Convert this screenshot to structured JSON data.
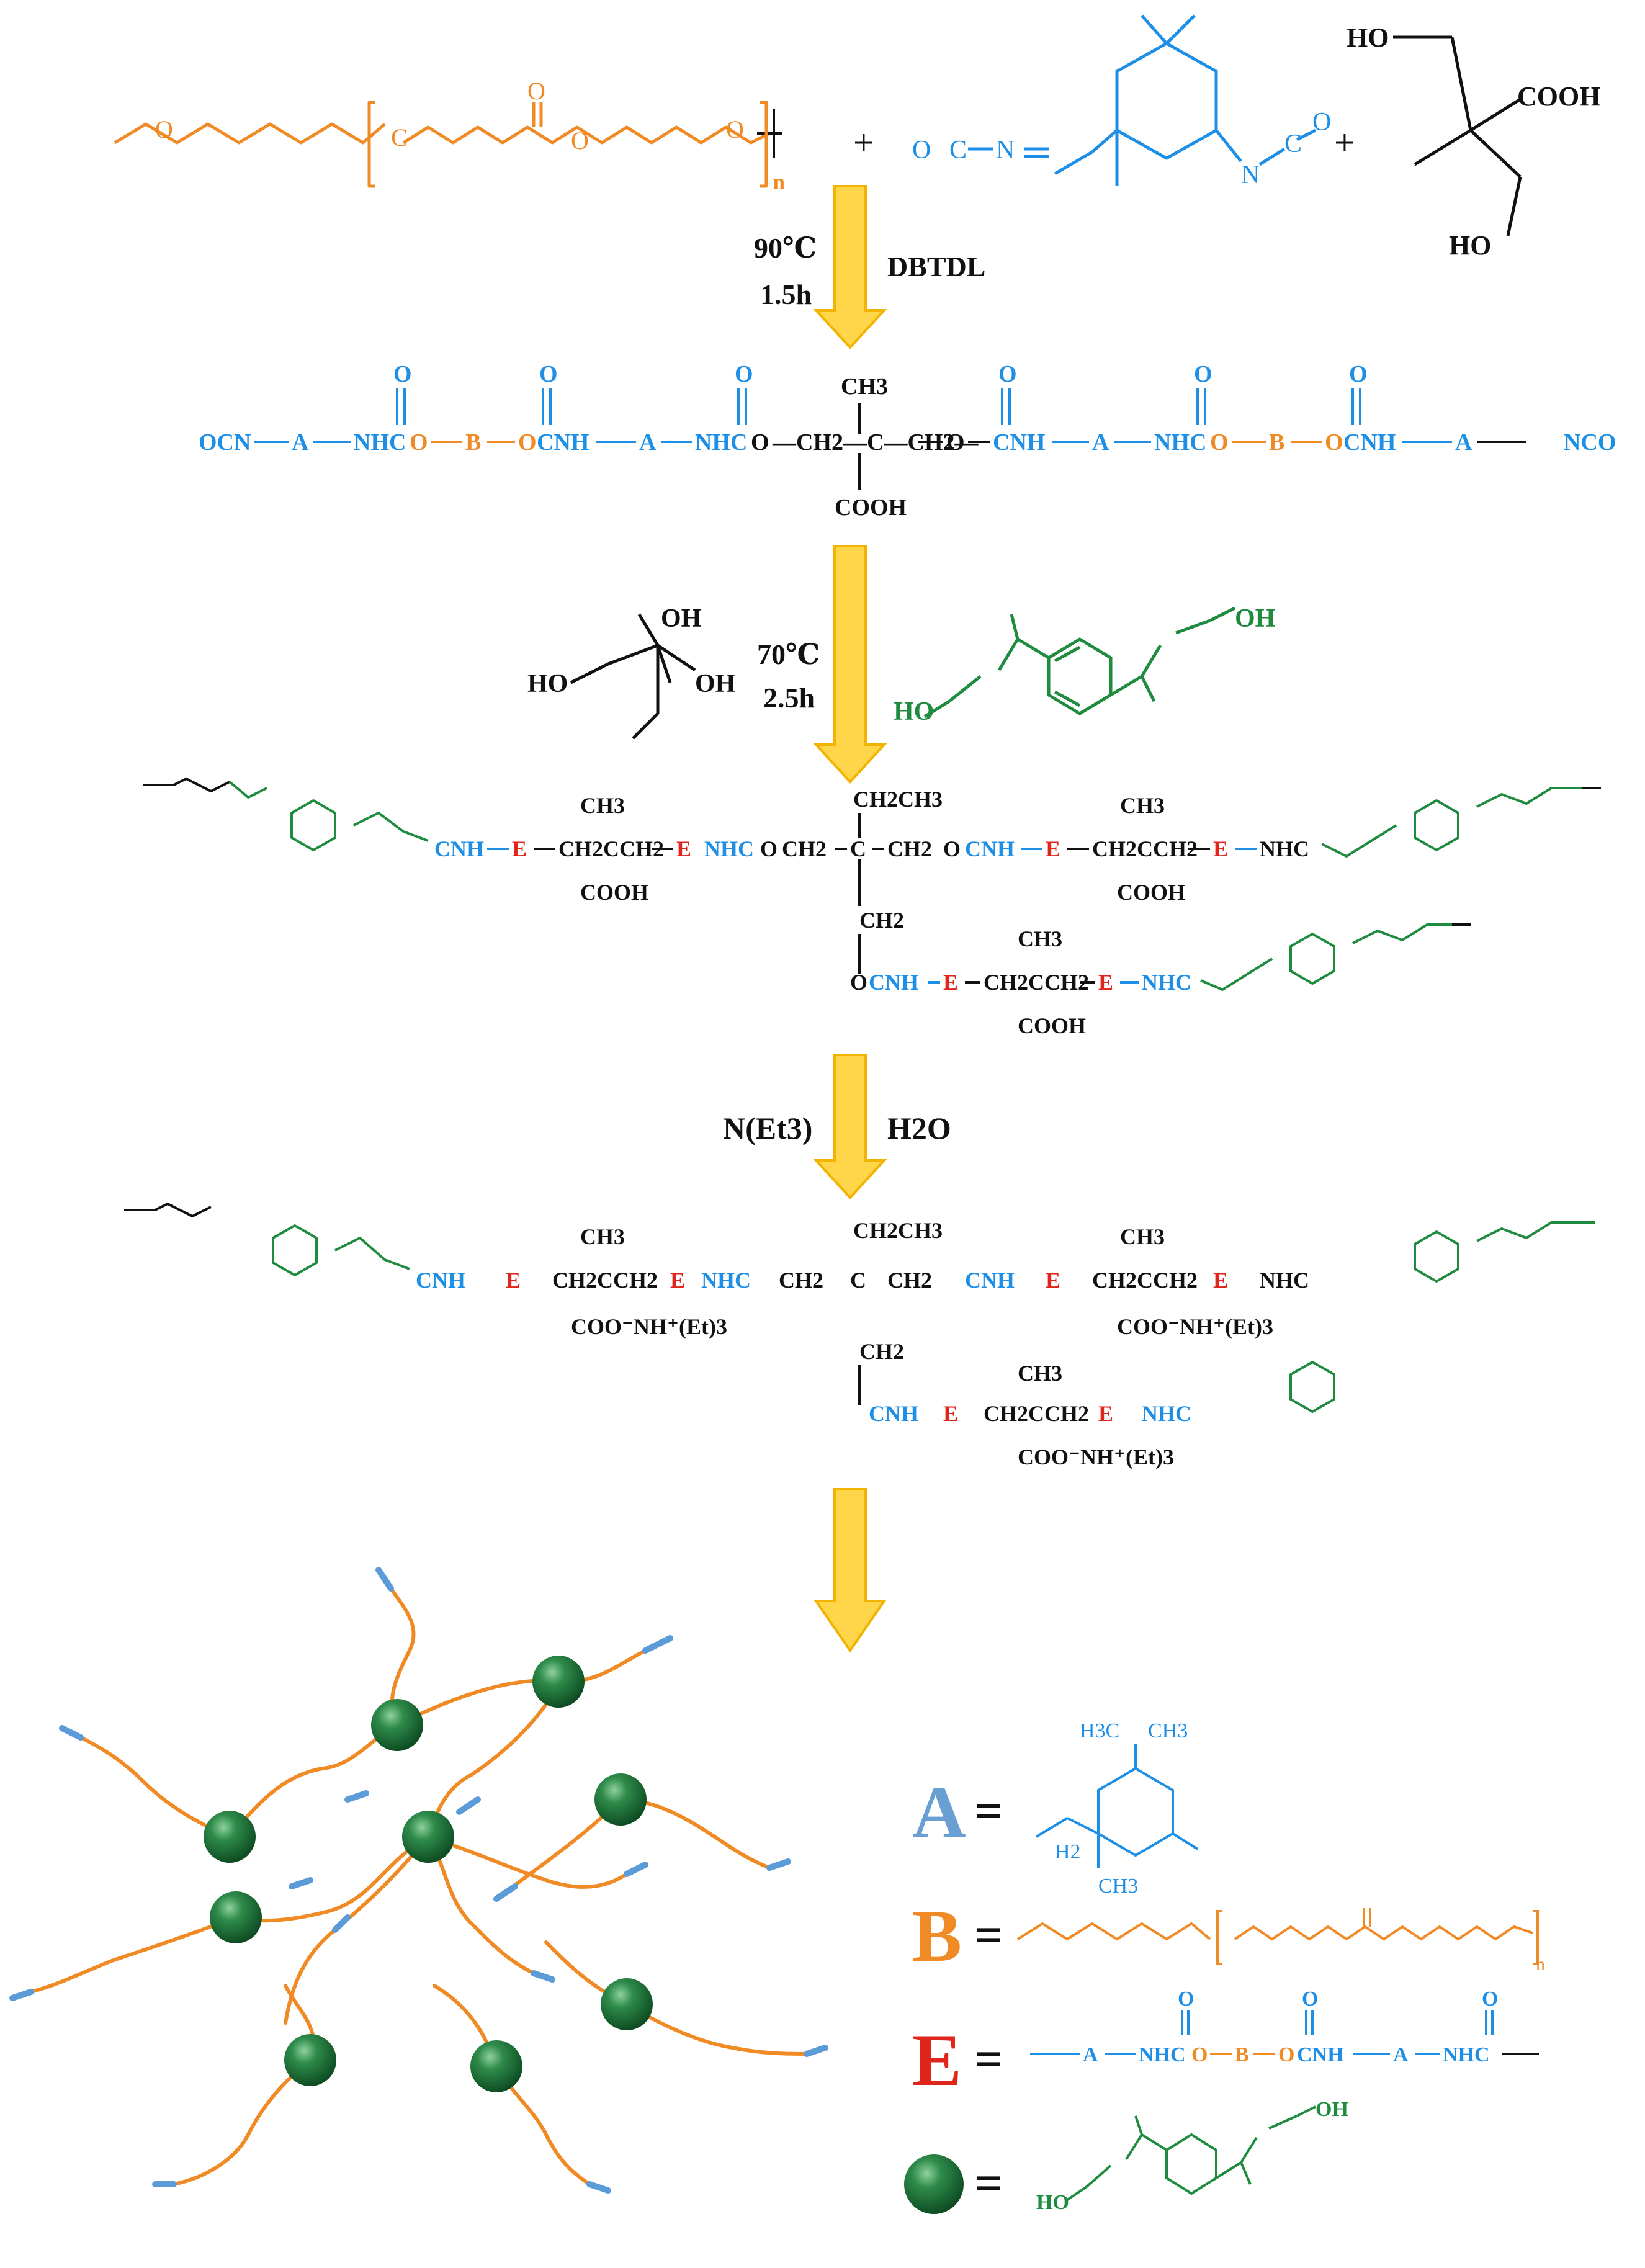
{
  "colors": {
    "orange": "#F08A24",
    "blue": "#1E8FE6",
    "green": "#1E8B3E",
    "red": "#E0261C",
    "black": "#111111",
    "arrow_fill": "#FFD54A",
    "arrow_stroke": "#F2B400",
    "chain_orange": "#F08A24",
    "chain_blue": "#5A9BD8",
    "sphere": "#1E7A3A"
  },
  "reactants": {
    "n_label": "n",
    "plus": "+",
    "isocyanate": {
      "o1": "O",
      "c1": "C",
      "n1": "N",
      "n2": "N",
      "c2": "C",
      "o2": "O"
    },
    "dmpa": {
      "ho1": "HO",
      "cooh": "COOH",
      "ho2": "HO"
    }
  },
  "step1": {
    "temp": "90℃",
    "time": "1.5h",
    "catalyst": "DBTDL"
  },
  "prepolymer": {
    "ocn": "OCN",
    "nco": "NCO",
    "A": "A",
    "B": "B",
    "nhc": "NHC",
    "cnh": "CNH",
    "O": "O",
    "ch3": "CH3",
    "cooh": "COOH",
    "ch2c": "—CH2—C—CH2—",
    "carbonyl_o": "O"
  },
  "step2": {
    "temp": "70℃",
    "time": "2.5h",
    "oh": "OH",
    "ho": "HO"
  },
  "branched": {
    "E": "E",
    "ch2ch3": "CH2CH3",
    "ch2": "CH2",
    "ch2_vert": "CH2",
    "ch3": "CH3",
    "cooh": "COOH",
    "nhc": "NHC",
    "cnh": "CNH",
    "O": "O",
    "ch2cch2": "CH2CCH2"
  },
  "step3": {
    "base": "N(Et3)",
    "water": "H2O"
  },
  "salt": {
    "coo": "COO⁻NH⁺(Et)3"
  },
  "legend": {
    "A_key": "A",
    "B_key": "B",
    "E_key": "E",
    "equals": "=",
    "h3c": "H3C",
    "ch3": "CH3",
    "h2": "H2",
    "A": "A",
    "B": "B",
    "nhc": "NHC",
    "cnh": "CNH",
    "O": "O",
    "oh": "OH",
    "ho": "HO",
    "n_label": "n"
  }
}
